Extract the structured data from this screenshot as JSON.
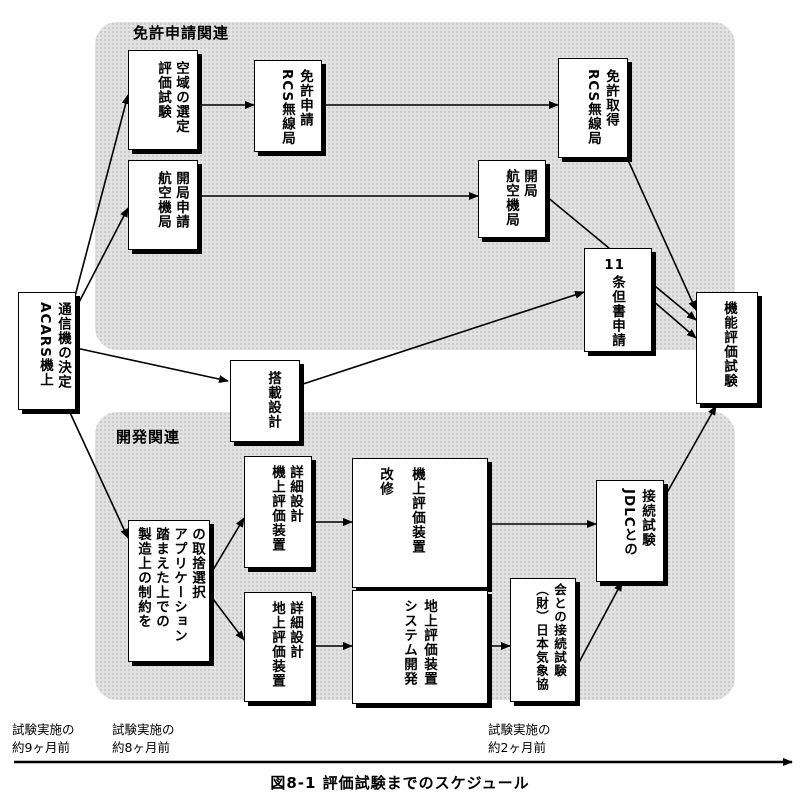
{
  "regions": {
    "license": {
      "label": "免許申請関連"
    },
    "development": {
      "label": "開発関連"
    }
  },
  "nodes": {
    "acars": [
      "ACARS機上",
      "通信機の決定"
    ],
    "airspace": [
      "評価試験",
      "空域の選定"
    ],
    "rcs_apply": [
      "RCS無線局",
      "免許申請"
    ],
    "rcs_get": [
      "RCS無線局",
      "免許取得"
    ],
    "aviation_apply": [
      "航空機局",
      "開局申請"
    ],
    "aviation_open": [
      "航空機局",
      "開局"
    ],
    "art11": [
      "11",
      "条但書申請"
    ],
    "onboard_design": [
      "搭載設計"
    ],
    "apps": [
      "製造上の制約を",
      "踏まえた上での",
      "アプリケーション",
      "の取捨選択"
    ],
    "air_detail": [
      "機上評価装置",
      "詳細設計"
    ],
    "air_mod": [
      "機上評価装置",
      "改修"
    ],
    "ground_detail": [
      "地上評価装置",
      "詳細設計"
    ],
    "ground_dev": [
      "地上評価装置",
      "システム開発"
    ],
    "jma_test": [
      "（財）日本気象協",
      "会との接続試験"
    ],
    "jdlc_test": [
      "JDLCとの",
      "接続試験"
    ],
    "function_test": [
      "機能評価試験"
    ]
  },
  "timeline": {
    "labels": [
      [
        "試験実施の",
        "約9ヶ月前"
      ],
      [
        "試験実施の",
        "約8ヶ月前"
      ],
      [
        "試験実施の",
        "約2ヶ月前"
      ]
    ]
  },
  "caption": "図8-1  評価試験までのスケジュール"
}
